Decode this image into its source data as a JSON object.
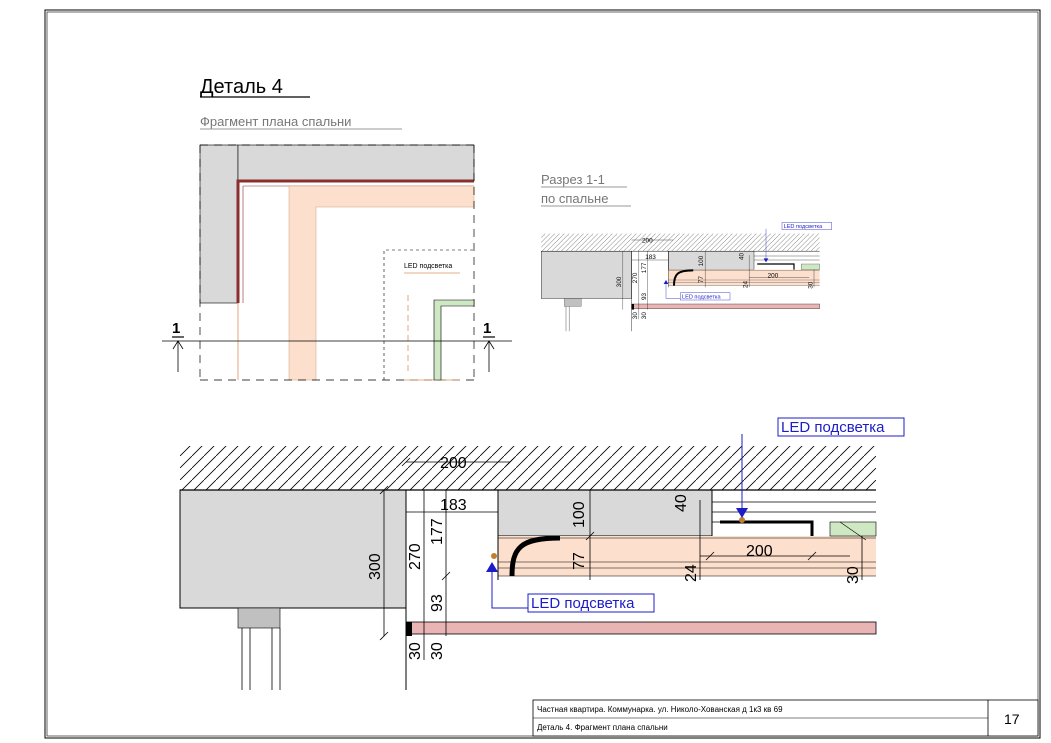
{
  "sheet": {
    "title": "Деталь 4",
    "subtitle": "Фрагмент плана спальни",
    "section_title_line1": "Разрез 1-1",
    "section_title_line2": "по спальне"
  },
  "plan": {
    "cut_label_left": "1",
    "cut_label_right": "1",
    "led_label": "LED подсветка"
  },
  "section_small": {
    "dim_200": "200",
    "dim_183": "183",
    "dim_300": "300",
    "dim_270": "270",
    "dim_177": "177",
    "dim_93": "93",
    "dim_100": "100",
    "dim_77": "77",
    "dim_40": "40",
    "dim_24": "24",
    "dim_200b": "200",
    "dim_30a": "30",
    "dim_30b": "30",
    "dim_30c": "30",
    "led_top": "LED подсветка",
    "led_bottom": "LED подсветка"
  },
  "section_large": {
    "dim_200": "200",
    "dim_183": "183",
    "dim_300": "300",
    "dim_270": "270",
    "dim_177": "177",
    "dim_93": "93",
    "dim_100": "100",
    "dim_77": "77",
    "dim_40": "40",
    "dim_24": "24",
    "dim_200b": "200",
    "dim_30a": "30",
    "dim_30b": "30",
    "dim_30c": "30",
    "led_top": "LED подсветка",
    "led_bottom": "LED подсветка"
  },
  "title_block": {
    "project": "Частная квартира. Коммунарка. ул. Николо-Хованская д 1к3 кв 69",
    "sheet_name": "Деталь 4.  Фрагмент плана спальни",
    "page_number": "17"
  },
  "colors": {
    "wall_gray": "#d9d9d9",
    "peach": "#fcdfcc",
    "green": "#cfe8c4",
    "brown": "#8a2e2e",
    "led_blue": "#1c1cc8",
    "pink": "#e8b4b4"
  }
}
